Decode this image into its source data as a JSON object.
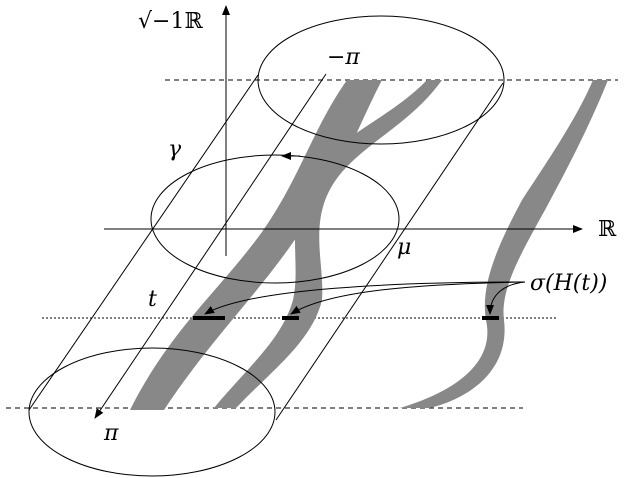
{
  "labels": {
    "imag_axis": "√−1ℝ",
    "real_axis": "ℝ",
    "neg_pi": "−π",
    "pi": "π",
    "gamma": "γ",
    "mu": "μ",
    "t": "t",
    "sigma": "σ(H(t))"
  },
  "colors": {
    "band": "#888888",
    "line": "#000000",
    "background": "#ffffff"
  }
}
